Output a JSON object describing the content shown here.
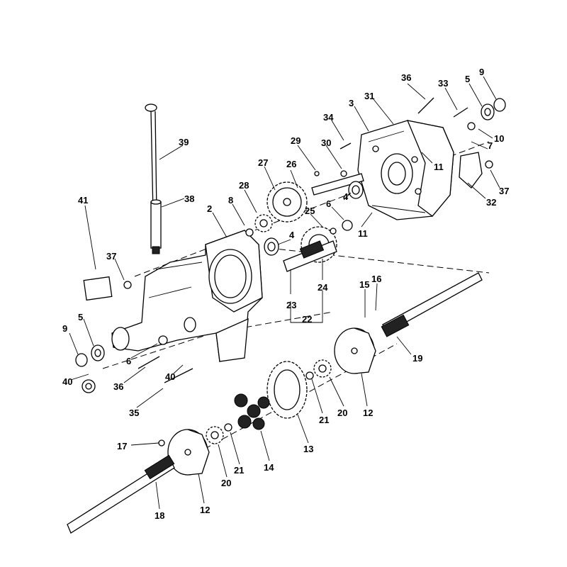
{
  "diagram": {
    "callouts": [
      "36",
      "33",
      "5",
      "9",
      "31",
      "3",
      "34",
      "10",
      "29",
      "30",
      "7",
      "11",
      "39",
      "26",
      "27",
      "37",
      "32",
      "28",
      "4",
      "8",
      "6",
      "41",
      "38",
      "2",
      "25",
      "11",
      "4",
      "37",
      "24",
      "23",
      "22",
      "15",
      "16",
      "9",
      "5",
      "6",
      "19",
      "36",
      "40",
      "40",
      "35",
      "12",
      "20",
      "21",
      "13",
      "17",
      "14",
      "21",
      "20",
      "12",
      "18"
    ]
  }
}
